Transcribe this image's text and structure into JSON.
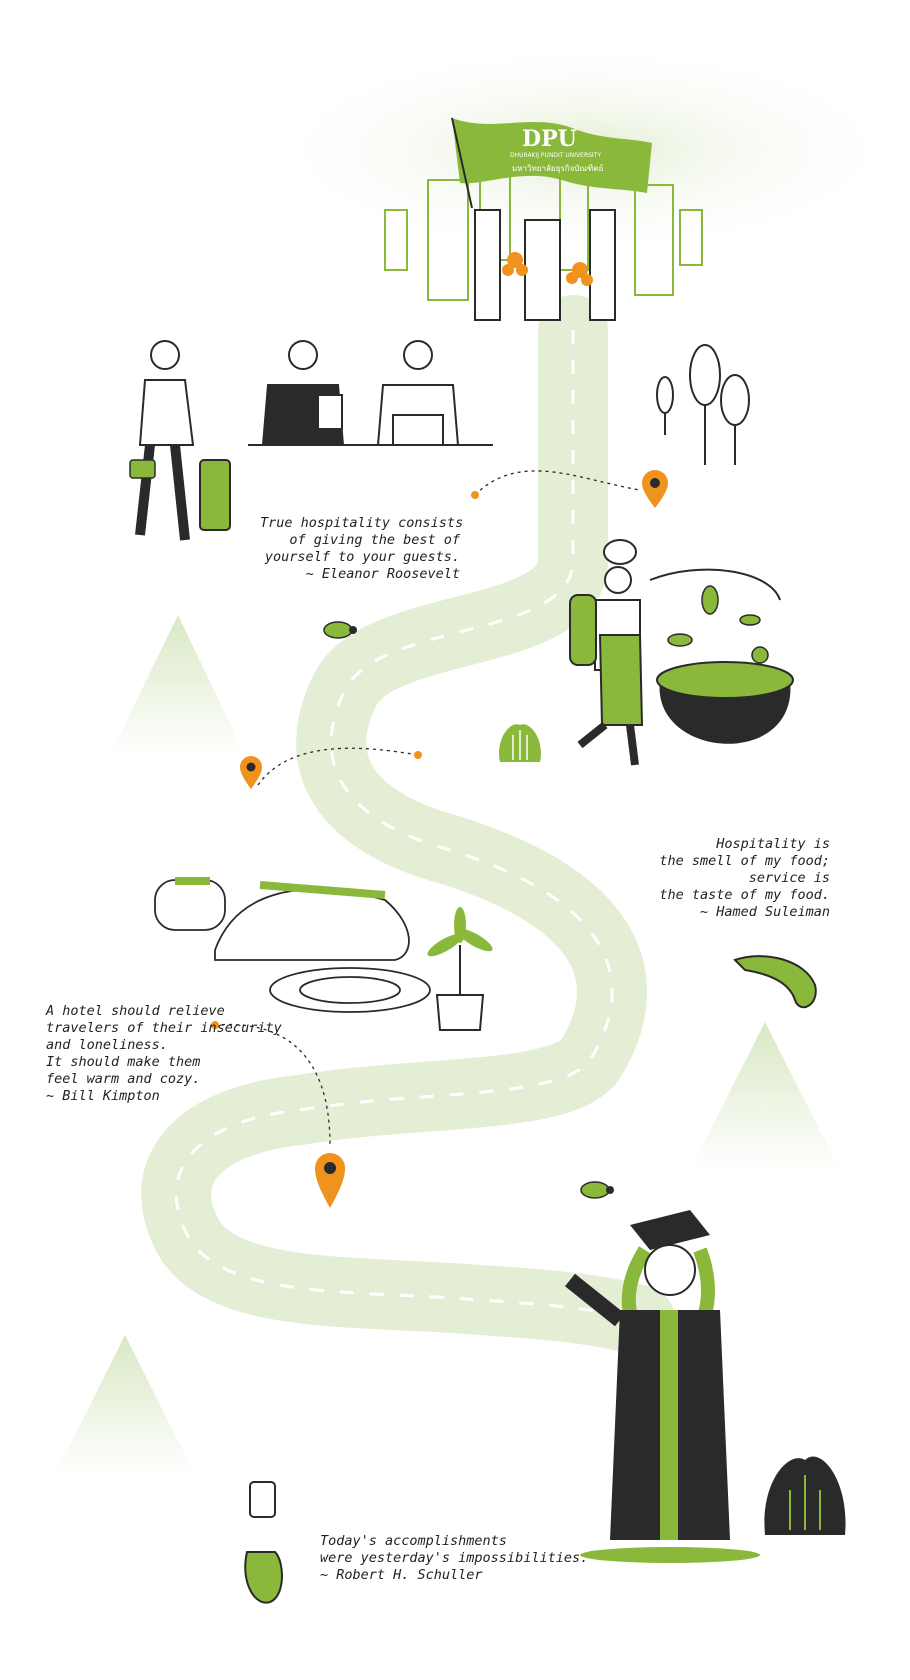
{
  "brand": {
    "flag_logo": "DPU",
    "flag_subtitle_en": "DHURAKIJ PUNDIT UNIVERSITY",
    "flag_subtitle_th": "มหาวิทยาลัยธุรกิจบัณฑิตย์",
    "accent_color": "#8ab83a",
    "marker_color": "#f0921e",
    "ink_color": "#2a2a2a",
    "road_color": "#e6efd6"
  },
  "quotes": [
    {
      "lines": [
        "True hospitality consists",
        "of giving the best of",
        "yourself to your guests.",
        "~ Eleanor Roosevelt"
      ]
    },
    {
      "lines": [
        "Hospitality is",
        "the smell of my food;",
        "service is",
        "the taste of my food.",
        "~ Hamed Suleiman"
      ]
    },
    {
      "lines": [
        "A hotel should relieve",
        "travelers of their insecurity",
        "and loneliness.",
        "It should make them",
        "feel warm and cozy.",
        "~ Bill Kimpton"
      ]
    },
    {
      "lines": [
        "Today's accomplishments",
        "were yesterday's impossibilities.",
        "~ Robert H. Schuller"
      ]
    }
  ],
  "icons": [
    "city-skyline-icon",
    "flag-icon",
    "traveler-icon",
    "receptionist-icon",
    "chef-icon",
    "cooking-pot-icon",
    "bed-icon",
    "potted-plant-icon",
    "shrimp-icon",
    "turtle-icon",
    "graduate-icon",
    "location-pin-icon",
    "tree-icon",
    "bush-icon",
    "mountain-icon"
  ]
}
